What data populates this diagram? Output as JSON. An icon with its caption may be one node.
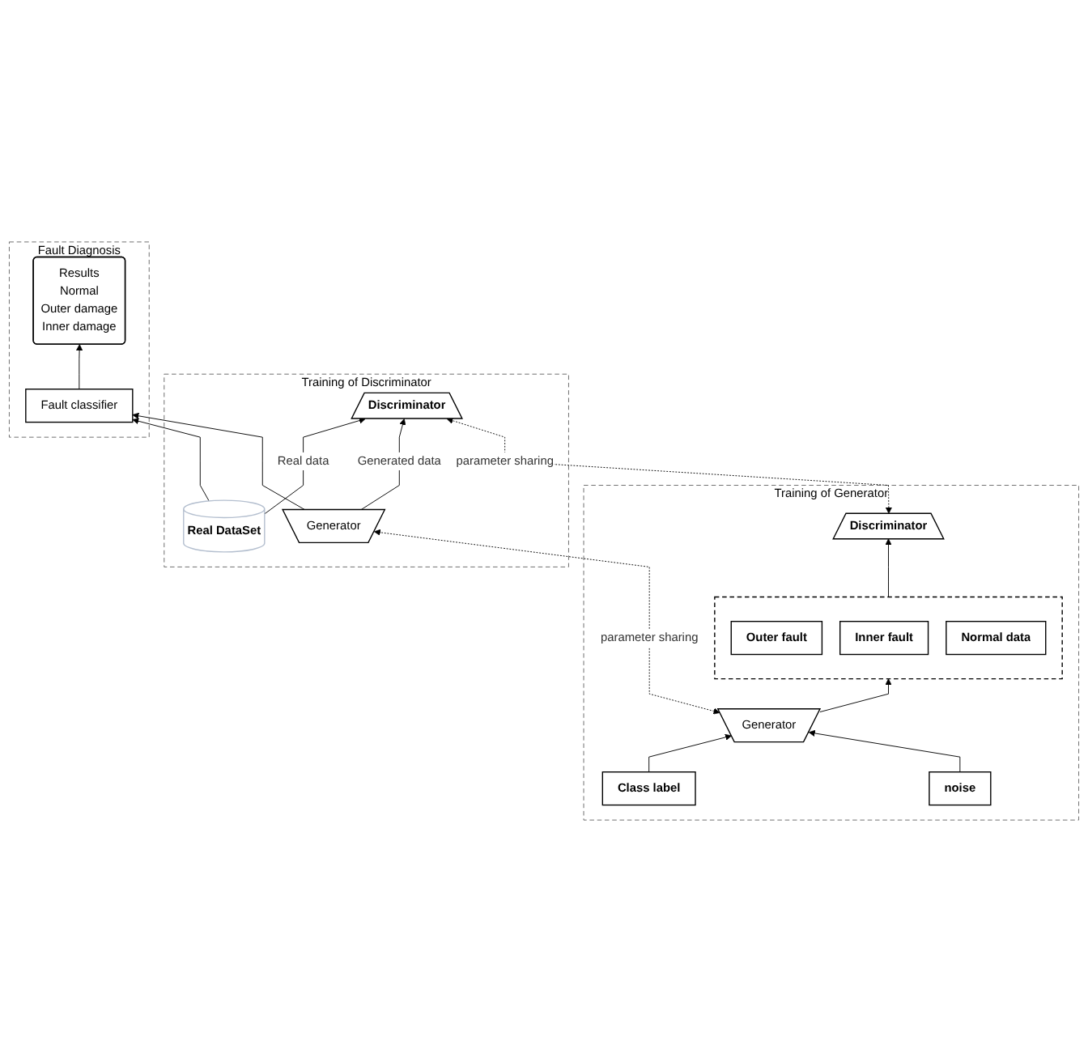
{
  "diagram": {
    "nodes": [
      {
        "text": [
          "Training of Generator"
        ]
      },
      {
        "text": [
          "Discriminator"
        ],
        "in": 0
      },
      {
        "text": [],
        "shape": "box",
        "in": 0
      },
      {
        "text": [
          "Outer fault"
        ],
        "in": 2
      },
      {
        "text": [
          "Inner fault"
        ],
        "in": 2
      },
      {
        "text": [
          "Normal data"
        ],
        "in": 2
      },
      {
        "text": [
          "Generator"
        ],
        "in": 0
      },
      {
        "text": [
          "noise"
        ],
        "in": 0
      },
      {
        "text": [
          "Class label"
        ],
        "in": 0
      },
      {
        "text": [
          "Training of Discriminator"
        ]
      },
      {
        "text": [
          "Discriminator"
        ],
        "in": 9
      },
      {
        "text": [
          "Generator"
        ],
        "in": 9
      },
      {
        "text": [
          "Real DataSet"
        ],
        "in": 9
      },
      {
        "text": [
          "Fault Diagnosis"
        ]
      },
      {
        "text": [
          "Fault classifier"
        ],
        "in": 13
      },
      {
        "text": [
          "Results",
          "Normal",
          "Outer damage",
          "Inner damage"
        ],
        "in": 13
      }
    ],
    "edges": [
      {
        "from": 1,
        "to": 10,
        "arrow": "both",
        "label": "parameter sharing",
        "style": "dashed"
      },
      {
        "from": 2,
        "to": 1,
        "arrow": "to"
      },
      {
        "from": 6,
        "to": 2,
        "arrow": "to"
      },
      {
        "from": 6,
        "to": 11,
        "arrow": "both",
        "label": "parameter sharing",
        "style": "dashed"
      },
      {
        "from": 7,
        "to": 6,
        "arrow": "to"
      },
      {
        "from": 8,
        "to": 6,
        "arrow": "to"
      },
      {
        "from": 11,
        "to": 10,
        "arrow": "to",
        "label": "Generated data"
      },
      {
        "from": 12,
        "to": 10,
        "arrow": "to",
        "label": "Real data"
      },
      {
        "from": 11,
        "to": 14,
        "arrow": "to"
      },
      {
        "from": 12,
        "to": 14,
        "arrow": "to"
      },
      {
        "from": 14,
        "to": 15,
        "arrow": "to"
      }
    ]
  }
}
